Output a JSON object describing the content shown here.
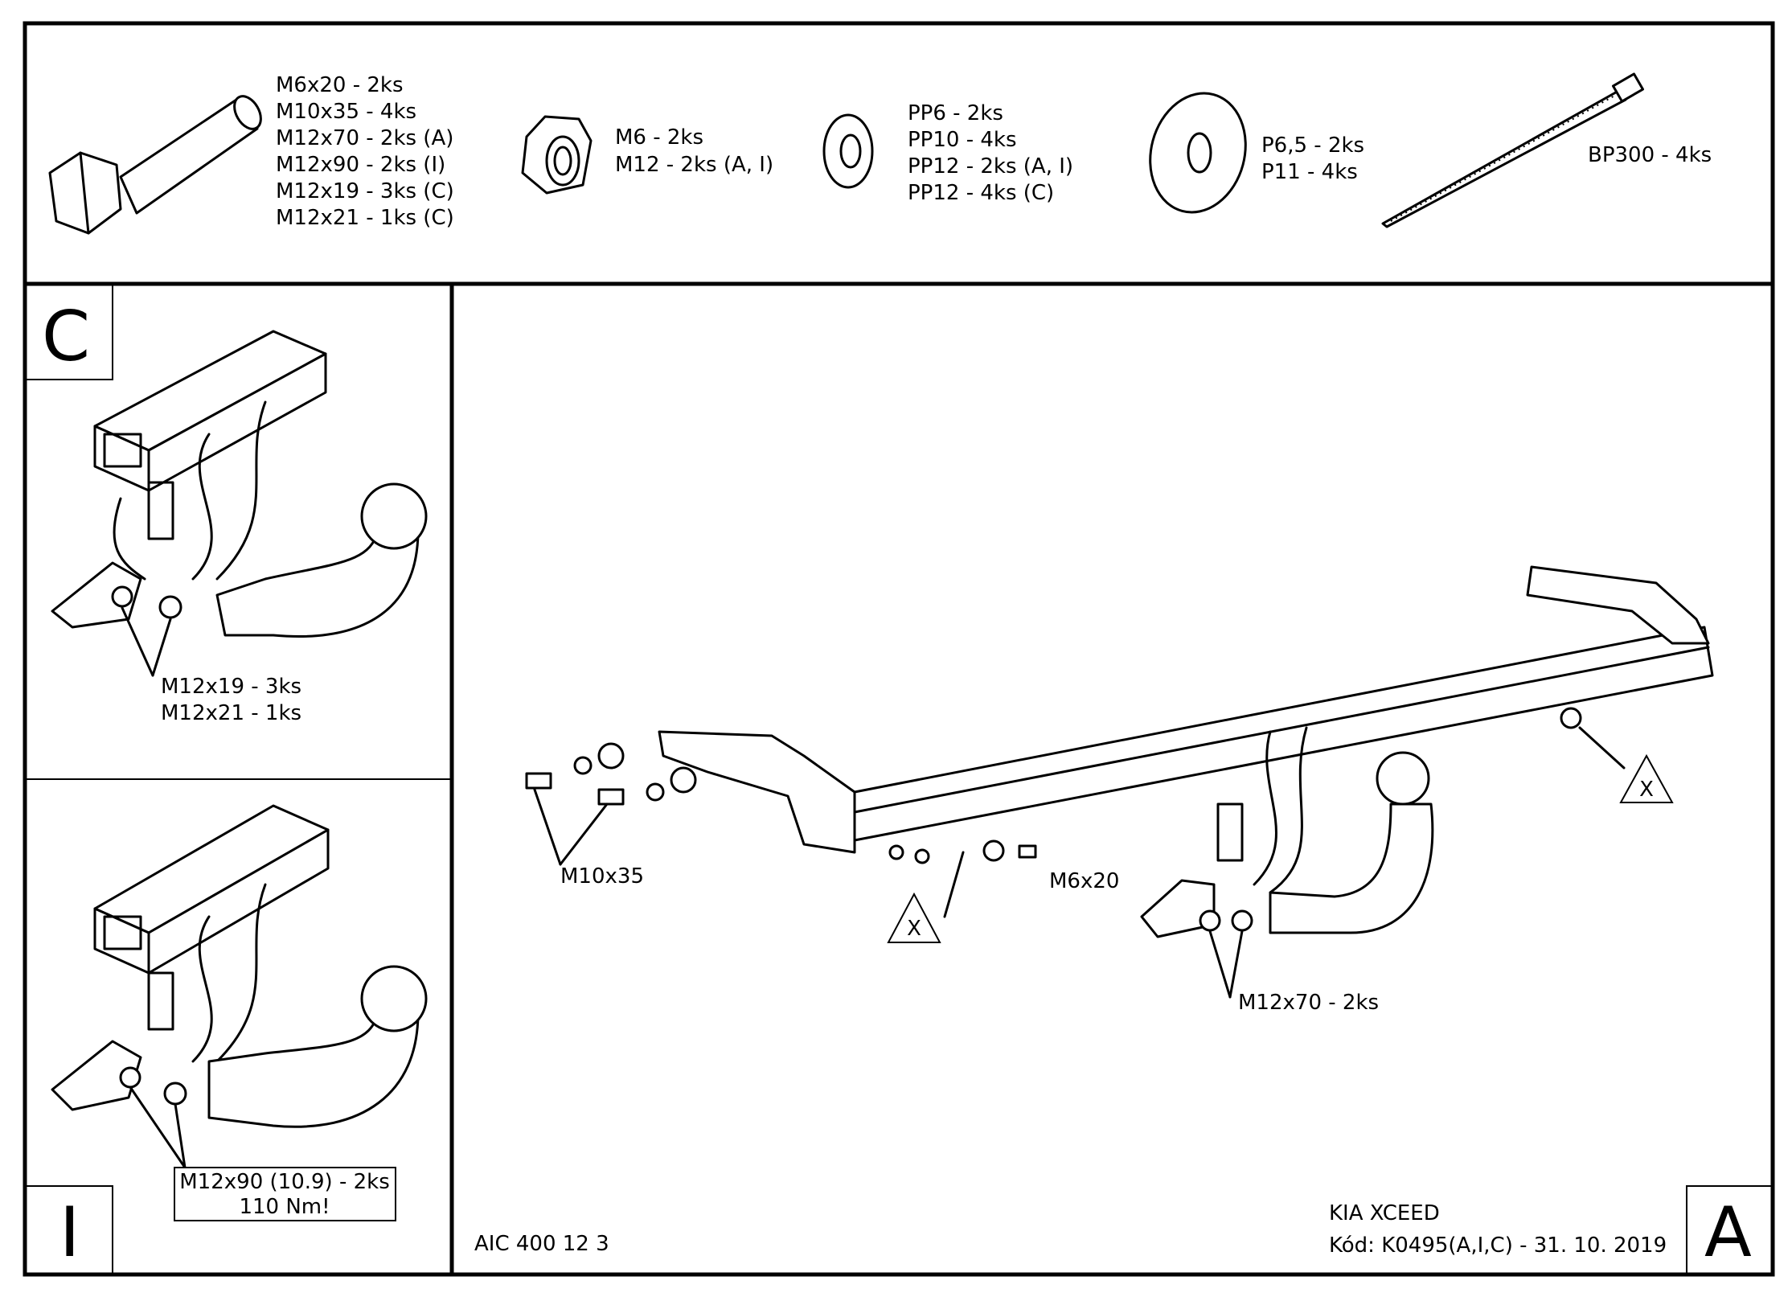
{
  "parts": {
    "bolts": [
      "M6x20 - 2ks",
      "M10x35 - 4ks",
      "M12x70 - 2ks (A)",
      "M12x90 - 2ks (I)",
      "M12x19 - 3ks (C)",
      "M12x21 - 1ks (C)"
    ],
    "nuts": [
      "M6 - 2ks",
      "M12 - 2ks (A, I)"
    ],
    "spring_washers": [
      "PP6 - 2ks",
      "PP10 - 4ks",
      "PP12 - 2ks (A, I)",
      "PP12 - 4ks (C)"
    ],
    "flat_washers": [
      "P6,5 - 2ks",
      "P11 - 4ks"
    ],
    "cable_ties": [
      "BP300 - 4ks"
    ]
  },
  "panel_c": {
    "letter": "C",
    "labels": [
      "M12x19 - 3ks",
      "M12x21 - 1ks"
    ]
  },
  "panel_i": {
    "letter": "I",
    "labels": [
      "M12x90 (10.9) - 2ks",
      "110 Nm!"
    ]
  },
  "panel_a": {
    "letter": "A",
    "labels": {
      "m10x35": "M10x35",
      "m6x20": "M6x20",
      "m12x70": "M12x70 - 2ks",
      "x_mark": "X"
    },
    "product_code": "AIC 400 12 3",
    "vehicle": "KIA XCEED",
    "code_line": "Kód: K0495(A,I,C) - 31. 10. 2019"
  }
}
